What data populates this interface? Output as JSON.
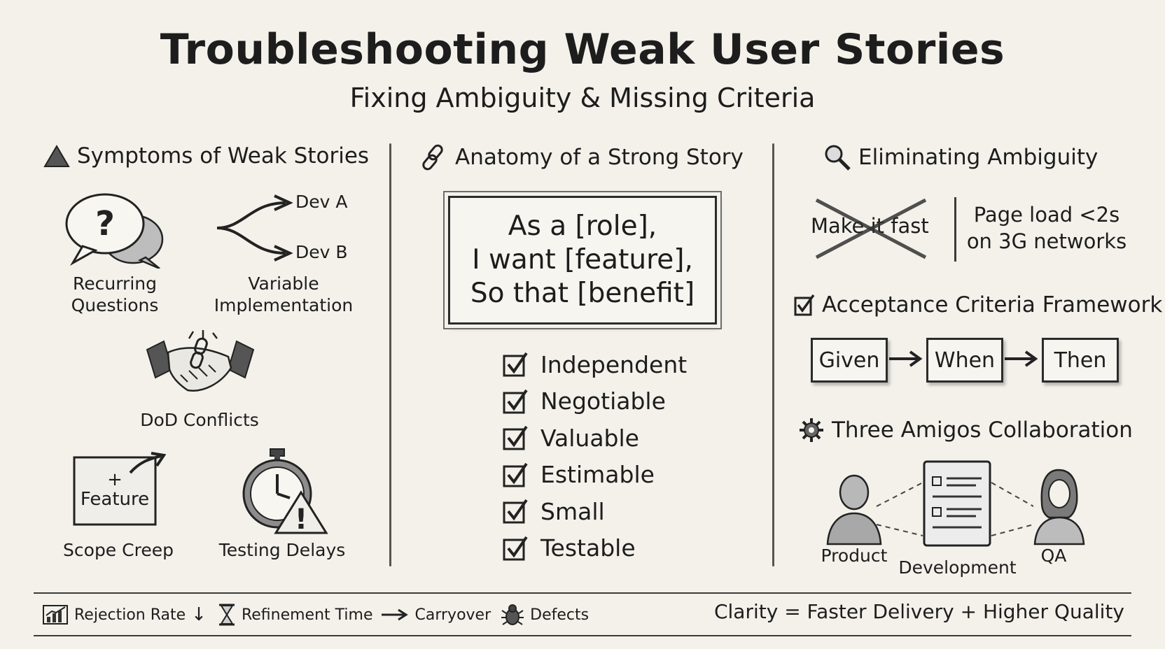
{
  "title": "Troubleshooting Weak User Stories",
  "subtitle": "Fixing Ambiguity & Missing Criteria",
  "left": {
    "heading": "Symptoms of Weak Stories",
    "heading_icon": "warning-triangle-icon",
    "items": [
      {
        "label_line1": "Recurring",
        "label_line2": "Questions",
        "icon": "question-speech-bubbles-icon"
      },
      {
        "label_line1": "Variable",
        "label_line2": "Implementation",
        "icon": "branching-arrows-icon",
        "branch_a": "Dev A",
        "branch_b": "Dev B"
      },
      {
        "label": "DoD Conflicts",
        "icon": "broken-handshake-icon"
      },
      {
        "label": "Scope Creep",
        "icon": "feature-note-icon",
        "note_plus": "+",
        "note_text": "Feature"
      },
      {
        "label": "Testing Delays",
        "icon": "stopwatch-warning-icon",
        "warning_mark": "!"
      }
    ]
  },
  "middle": {
    "heading": "Anatomy of a Strong Story",
    "heading_icon": "chain-link-icon",
    "template_lines": [
      "As a [role],",
      "I want [feature],",
      "So that [benefit]"
    ],
    "invest": [
      "Independent",
      "Negotiable",
      "Valuable",
      "Estimable",
      "Small",
      "Testable"
    ]
  },
  "right": {
    "heading": "Eliminating Ambiguity",
    "heading_icon": "magnifier-icon",
    "bad_example": "Make it fast",
    "good_example_line1": "Page load <2s",
    "good_example_line2": "on 3G networks",
    "ac_heading": "Acceptance Criteria Framework",
    "ac_heading_icon": "checkbox-icon",
    "gwt": [
      "Given",
      "When",
      "Then"
    ],
    "amigos_heading": "Three Amigos Collaboration",
    "amigos_heading_icon": "gear-icon",
    "roles": [
      "Product",
      "Development",
      "QA"
    ]
  },
  "footer": {
    "metrics": [
      {
        "label": "Rejection Rate",
        "icon": "bar-chart-icon",
        "suffix": "↓"
      },
      {
        "label": "Refinement Time",
        "icon": "hourglass-icon"
      },
      {
        "label": "Carryover",
        "icon": "arrow-right-icon"
      },
      {
        "label": "Defects",
        "icon": "bug-icon"
      }
    ],
    "tagline": "Clarity = Faster Delivery + Higher Quality"
  }
}
